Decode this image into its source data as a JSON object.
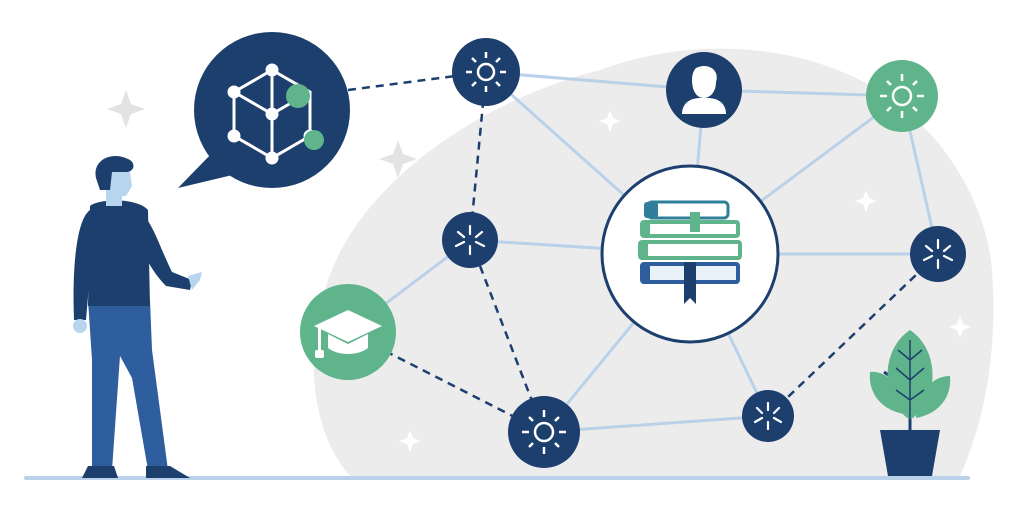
{
  "illustration": {
    "subject": "knowledge-network",
    "colors": {
      "navy": "#1d3f6e",
      "mid_blue": "#2f5e9e",
      "green": "#5fb48b",
      "light_green": "#8fd0ae",
      "link_blue": "#b9d2ea",
      "bg_blob": "#ececec",
      "ground": "#b9d2ea",
      "skin": "#b7d5ee",
      "sparkle": "#e3e3e3"
    },
    "nodes": [
      {
        "id": "cube-bubble",
        "icon": "network-cube-icon",
        "fill": "#1d3f6e"
      },
      {
        "id": "top-sun",
        "icon": "sun-icon",
        "fill": "#1d3f6e"
      },
      {
        "id": "user",
        "icon": "user-icon",
        "fill": "#1d3f6e"
      },
      {
        "id": "right-sun",
        "icon": "sun-icon",
        "fill": "#5fb48b"
      },
      {
        "id": "left-star",
        "icon": "star-icon",
        "fill": "#1d3f6e"
      },
      {
        "id": "books-hub",
        "icon": "books-icon",
        "fill": "#ffffff"
      },
      {
        "id": "right-star",
        "icon": "star-icon",
        "fill": "#1d3f6e"
      },
      {
        "id": "graduation",
        "icon": "graduation-cap-icon",
        "fill": "#5fb48b"
      },
      {
        "id": "bottom-sun",
        "icon": "sun-icon",
        "fill": "#1d3f6e"
      },
      {
        "id": "bottom-star",
        "icon": "star-icon",
        "fill": "#1d3f6e"
      }
    ],
    "links": [
      {
        "from": "top-sun",
        "to": "user",
        "style": "solid"
      },
      {
        "from": "user",
        "to": "right-sun",
        "style": "solid"
      },
      {
        "from": "top-sun",
        "to": "books-hub",
        "style": "solid"
      },
      {
        "from": "user",
        "to": "books-hub",
        "style": "solid"
      },
      {
        "from": "right-sun",
        "to": "books-hub",
        "style": "solid"
      },
      {
        "from": "right-sun",
        "to": "right-star",
        "style": "solid"
      },
      {
        "from": "left-star",
        "to": "books-hub",
        "style": "solid"
      },
      {
        "from": "books-hub",
        "to": "right-star",
        "style": "solid"
      },
      {
        "from": "graduation",
        "to": "left-star",
        "style": "solid"
      },
      {
        "from": "books-hub",
        "to": "bottom-sun",
        "style": "solid"
      },
      {
        "from": "books-hub",
        "to": "bottom-star",
        "style": "solid"
      },
      {
        "from": "bottom-sun",
        "to": "bottom-star",
        "style": "solid"
      },
      {
        "from": "cube-bubble",
        "to": "top-sun",
        "style": "dashed"
      },
      {
        "from": "top-sun",
        "to": "left-star",
        "style": "dashed"
      },
      {
        "from": "left-star",
        "to": "bottom-sun",
        "style": "dashed"
      },
      {
        "from": "graduation",
        "to": "bottom-sun",
        "style": "dashed"
      },
      {
        "from": "bottom-star",
        "to": "right-star",
        "style": "dashed"
      }
    ]
  }
}
